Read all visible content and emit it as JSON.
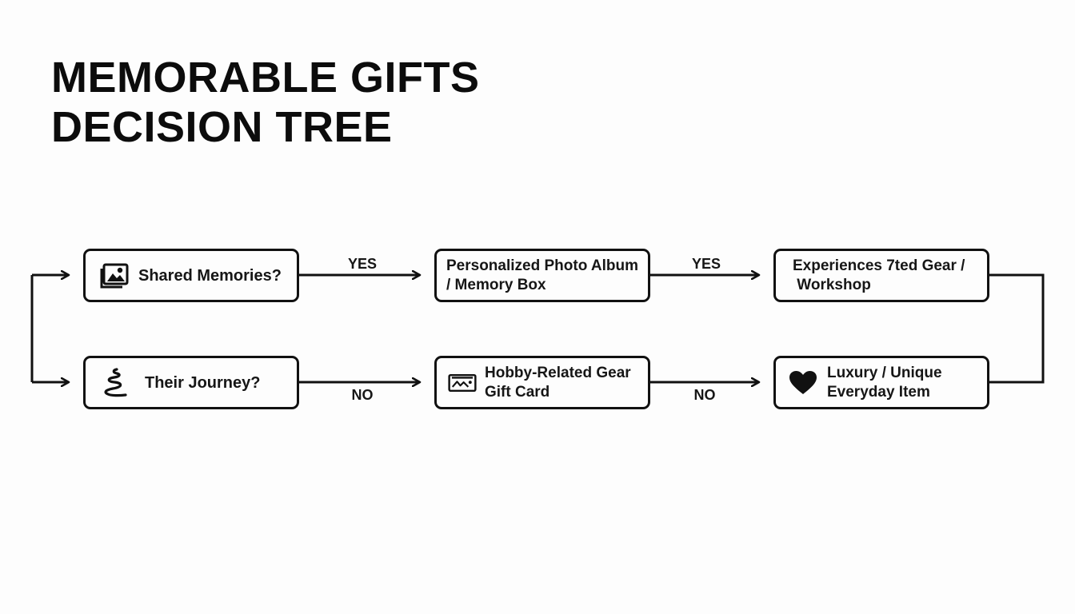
{
  "title": {
    "line1": "MEMORABLE GIFTS",
    "line2": "DECISION TREE"
  },
  "nodes": {
    "shared": {
      "icon": "photo-gallery-icon",
      "label": "Shared Memories?"
    },
    "journey": {
      "icon": "winding-path-icon",
      "label": "Their Journey?"
    },
    "album": {
      "line1": "Personalized Photo Album",
      "line2": "/ Memory Box"
    },
    "gear": {
      "icon": "gift-card-icon",
      "line1": "Hobby-Related Gear",
      "line2": "Gift Card"
    },
    "experiences": {
      "line1": "Experiences 7ted Gear /",
      "line2": " Workshop"
    },
    "luxury": {
      "icon": "heart-icon",
      "line1": "Luxury / Unique",
      "line2": "Everyday Item"
    }
  },
  "edges": {
    "yes_1": "YES",
    "yes_2": "YES",
    "no_1": "NO",
    "no_2": "NO"
  },
  "colors": {
    "ink": "#111111",
    "background": "#fdfdfd"
  }
}
